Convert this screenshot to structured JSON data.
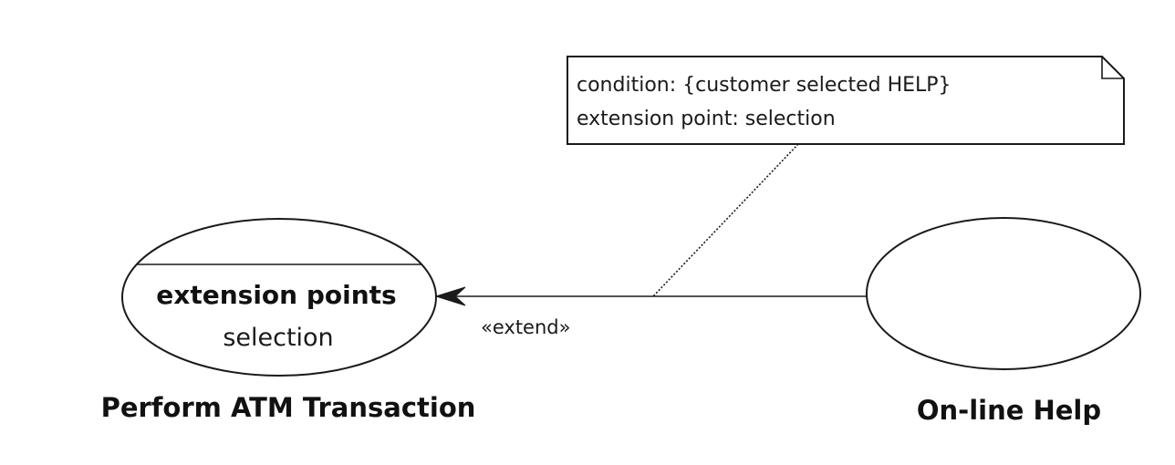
{
  "note": {
    "line1": "condition: {customer selected HELP}",
    "line2": "extension point: selection"
  },
  "base_use_case": {
    "name": "Perform ATM Transaction",
    "compartment_title": "extension points",
    "extension_point": "selection"
  },
  "extending_use_case": {
    "name": "On-line Help"
  },
  "relationship": {
    "stereotype": "«extend»"
  }
}
